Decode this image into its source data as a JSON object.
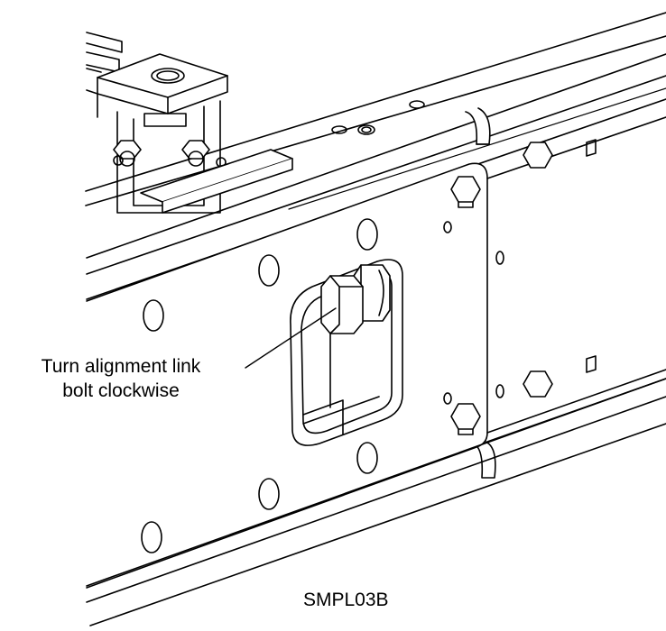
{
  "callout": {
    "line1": "Turn alignment link",
    "line2": "bolt clockwise"
  },
  "figure_id": "SMPL03B",
  "colors": {
    "ink": "#000000",
    "paper": "#ffffff",
    "shade": "#e8e8e8"
  }
}
